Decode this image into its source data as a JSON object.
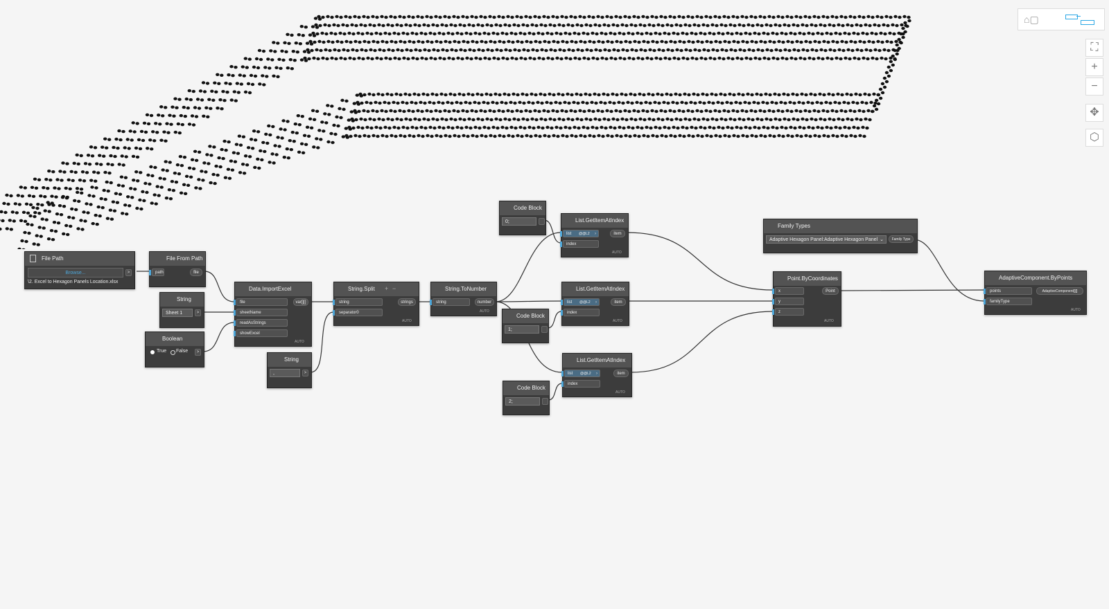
{
  "background": {
    "canvas": "#f5f5f5",
    "node_body": "#3c3c3c",
    "node_header": "#535353",
    "port_accent": "#4ea7d9",
    "wire": "#333333"
  },
  "nodes": {
    "file_path": {
      "title": "File Path",
      "browse_label": "Browse...",
      "path_value": "\\2. Excel to Hexagon Panels Location.xlsx",
      "output": ">"
    },
    "file_from_path": {
      "title": "File From Path",
      "input": "path",
      "output": "file"
    },
    "string_sheet": {
      "title": "String",
      "value": "Sheet 1",
      "output": ">"
    },
    "boolean": {
      "title": "Boolean",
      "true_label": "True",
      "false_label": "False",
      "output": ">"
    },
    "string_sep": {
      "title": "String",
      "value": ",",
      "output": ">"
    },
    "import_excel": {
      "title": "Data.ImportExcel",
      "inputs": [
        "file",
        "sheetName",
        "readAsStrings",
        "showExcel"
      ],
      "output": "var[][]",
      "lacing": "AUTO"
    },
    "string_split": {
      "title": "String.Split",
      "inputs": [
        "string",
        "separator0"
      ],
      "output": "strings",
      "lacing": "AUTO"
    },
    "to_number": {
      "title": "String.ToNumber",
      "input": "string",
      "output": "number",
      "lacing": "AUTO"
    },
    "code_block_1": {
      "title": "Code Block",
      "code": "0;"
    },
    "code_block_2": {
      "title": "Code Block",
      "code": "1;"
    },
    "code_block_3": {
      "title": "Code Block",
      "code": "2;"
    },
    "get_item_1": {
      "title": "List.GetItemAtIndex",
      "inputs": [
        "list",
        "index"
      ],
      "level": "@@L2",
      "output": "item",
      "lacing": "AUTO"
    },
    "get_item_2": {
      "title": "List.GetItemAtIndex",
      "inputs": [
        "list",
        "index"
      ],
      "level": "@@L2",
      "output": "item",
      "lacing": "AUTO"
    },
    "get_item_3": {
      "title": "List.GetItemAtIndex",
      "inputs": [
        "list",
        "index"
      ],
      "level": "@@L2",
      "output": "item",
      "lacing": "AUTO"
    },
    "family_types": {
      "title": "Family Types",
      "selected": "Adaptive Hexagon Panel:Adaptive Hexagon Panel",
      "output": "Family Type"
    },
    "point_by_coords": {
      "title": "Point.ByCoordinates",
      "inputs": [
        "x",
        "y",
        "z"
      ],
      "output": "Point",
      "lacing": "AUTO"
    },
    "adaptive_component": {
      "title": "AdaptiveComponent.ByPoints",
      "inputs": [
        "points",
        "familyType"
      ],
      "output": "AdaptiveComponent[][]",
      "lacing": "AUTO"
    }
  },
  "toolbar": {
    "zoom_fit": "⛶",
    "zoom_in": "+",
    "zoom_out": "−",
    "pan": "✥",
    "view_3d": "⬡"
  }
}
